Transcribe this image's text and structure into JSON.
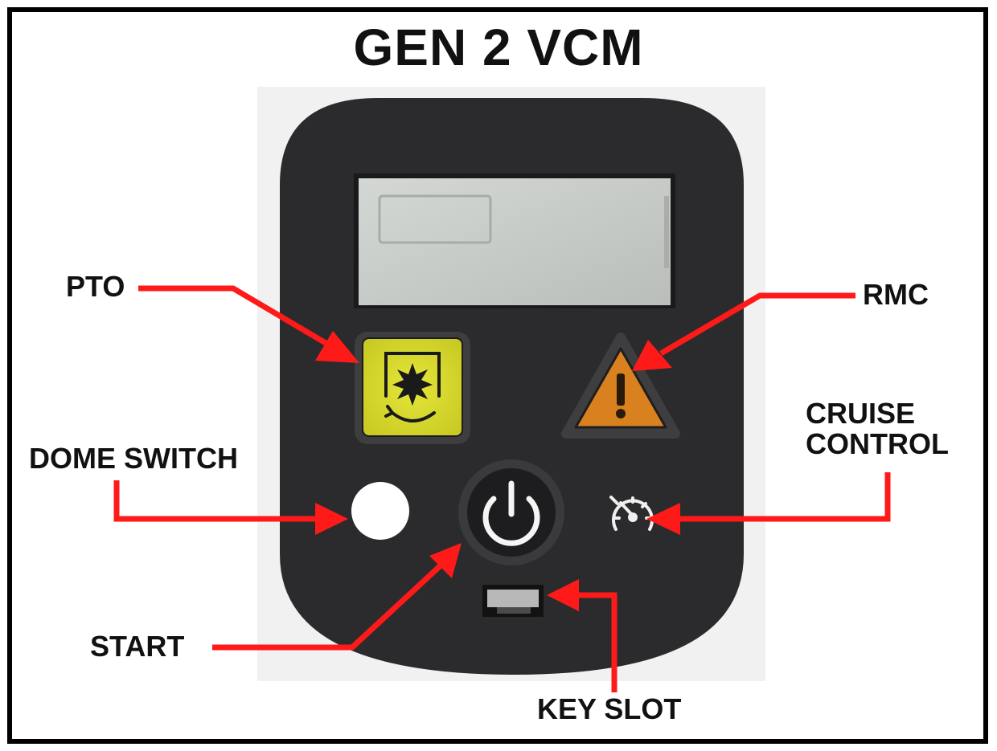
{
  "title": "GEN 2 VCM",
  "labels": {
    "pto": "PTO",
    "rmc": "RMC",
    "cruise_line1": "CRUISE",
    "cruise_line2": "CONTROL",
    "dome_switch": "DOME SWITCH",
    "start": "START",
    "key_slot": "KEY SLOT"
  },
  "colors": {
    "arrow": "#ff1a1a",
    "panel": "#2b2b2d",
    "pto_button": "#d8dc2a",
    "warning_button": "#d9801f",
    "lcd": "#c6cac6"
  },
  "icons": {
    "pto": "pto-engage-icon",
    "rmc": "warning-triangle-icon",
    "start": "power-icon",
    "cruise": "speedometer-icon",
    "dome": "dome-switch-circle",
    "key": "key-slot"
  }
}
